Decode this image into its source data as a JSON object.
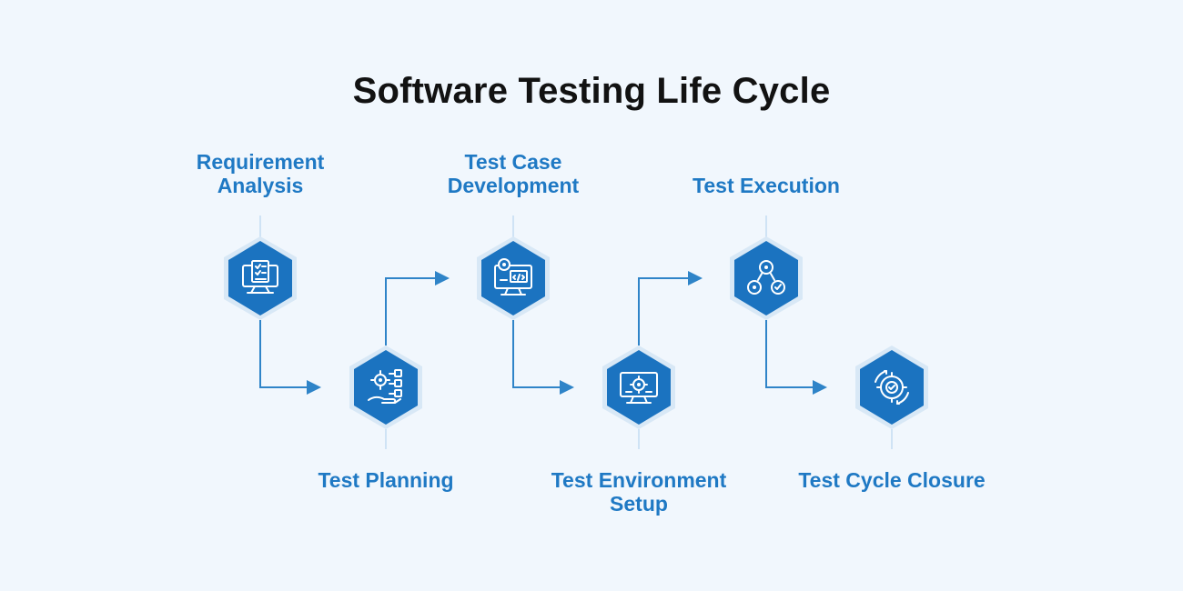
{
  "title": "Software Testing Life Cycle",
  "colors": {
    "background": "#f1f7fd",
    "accent": "#1f79c4",
    "hexagon_fill": "#1b73c0",
    "hexagon_halo": "#d8e8f6",
    "connector": "#2f84c8",
    "title_text": "#121212"
  },
  "steps": [
    {
      "name": "requirement-analysis",
      "label_lines": [
        "Requirement",
        "Analysis"
      ],
      "icon": "requirements-checklist-monitor-icon"
    },
    {
      "name": "test-planning",
      "label_lines": [
        "Test Planning"
      ],
      "icon": "gear-hand-plan-icon"
    },
    {
      "name": "test-case-development",
      "label_lines": [
        "Test Case",
        "Development"
      ],
      "icon": "code-development-monitor-icon"
    },
    {
      "name": "test-environment-setup",
      "label_lines": [
        "Test Environment",
        "Setup"
      ],
      "icon": "environment-setup-monitor-icon"
    },
    {
      "name": "test-execution",
      "label_lines": [
        "Test Execution"
      ],
      "icon": "execution-workflow-icon"
    },
    {
      "name": "test-cycle-closure",
      "label_lines": [
        "Test Cycle Closure"
      ],
      "icon": "cycle-closure-check-icon"
    }
  ]
}
